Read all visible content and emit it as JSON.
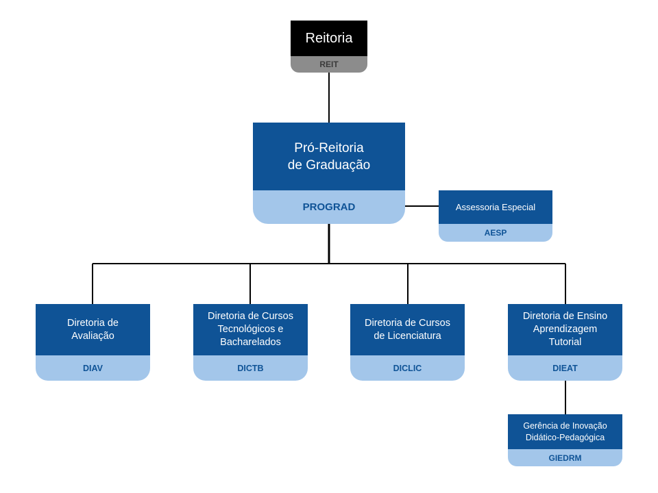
{
  "nodes": {
    "reit": {
      "title": [
        "Reitoria"
      ],
      "acronym": "REIT"
    },
    "prograd": {
      "title": [
        "Pró-Reitoria",
        "de Graduação"
      ],
      "acronym": "PROGRAD"
    },
    "aesp": {
      "title": [
        "Assessoria Especial"
      ],
      "acronym": "AESP"
    },
    "diav": {
      "title": [
        "Diretoria de",
        "Avaliação"
      ],
      "acronym": "DIAV"
    },
    "dictb": {
      "title": [
        "Diretoria de Cursos",
        "Tecnológicos e",
        "Bacharelados"
      ],
      "acronym": "DICTB"
    },
    "diclic": {
      "title": [
        "Diretoria de Cursos",
        "de Licenciatura"
      ],
      "acronym": "DICLIC"
    },
    "dieat": {
      "title": [
        "Diretoria de Ensino",
        "Aprendizagem",
        "Tutorial"
      ],
      "acronym": "DIEAT"
    },
    "giedrm": {
      "title": [
        "Gerência de Inovação",
        "Didático-Pedagógica"
      ],
      "acronym": "GIEDRM"
    }
  },
  "colors": {
    "header_blue": "#0f5396",
    "label_light_blue": "#a3c6ea",
    "reit_black": "#000000",
    "reit_gray": "#8c8c8c",
    "connector": "#000000"
  }
}
